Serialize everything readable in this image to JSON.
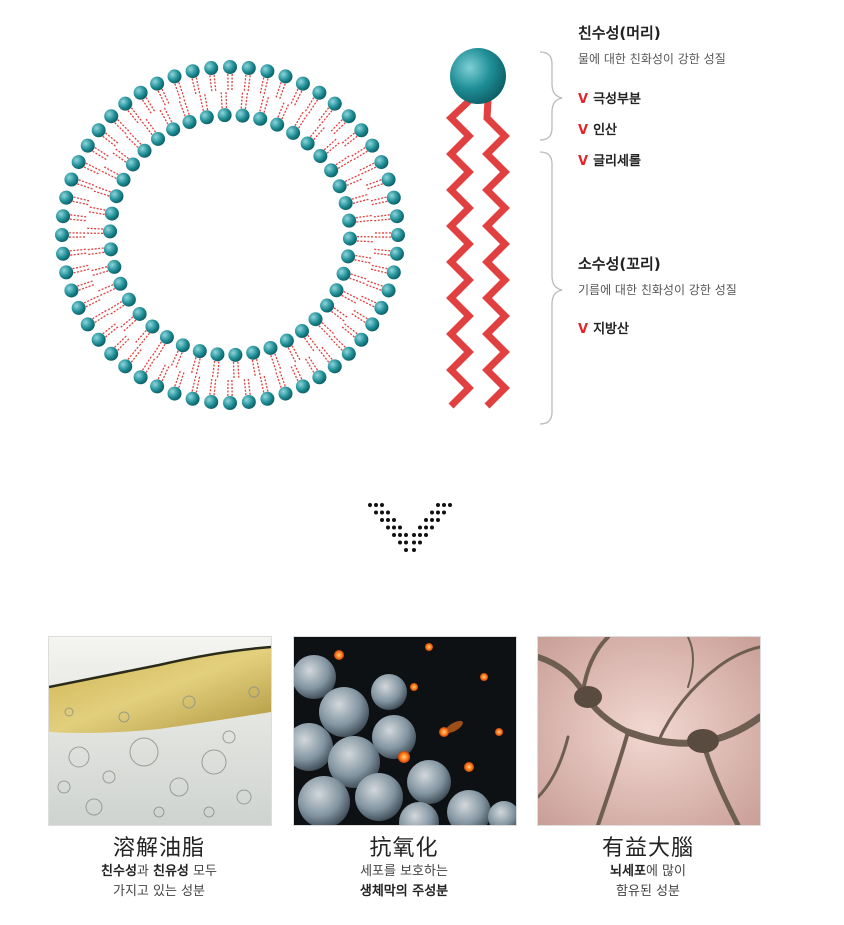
{
  "hydrophilic": {
    "title": "친수성(머리)",
    "desc": "물에 대한 친화성이 강한 성질",
    "items": [
      "극성부분",
      "인산",
      "글리세롤"
    ]
  },
  "hydrophobic": {
    "title": "소수성(꼬리)",
    "desc": "기름에 대한 친화성이 강한 성질",
    "items": [
      "지방산"
    ]
  },
  "check_mark": "V",
  "benefits": [
    {
      "title": "溶解油脂",
      "line1_parts": [
        "친수성",
        "과 ",
        "친유성",
        " 모두"
      ],
      "line2": "가지고 있는 성분"
    },
    {
      "title": "抗氧化",
      "line1": "세포를 보호하는",
      "line2": "생체막의 주성분"
    },
    {
      "title": "有益大腦",
      "line1_parts": [
        "뇌세포",
        "에 많이"
      ],
      "line2": "함유된 성분"
    }
  ],
  "colors": {
    "head": "#1f8e96",
    "tail": "#e0403f",
    "check": "#e0262b"
  }
}
